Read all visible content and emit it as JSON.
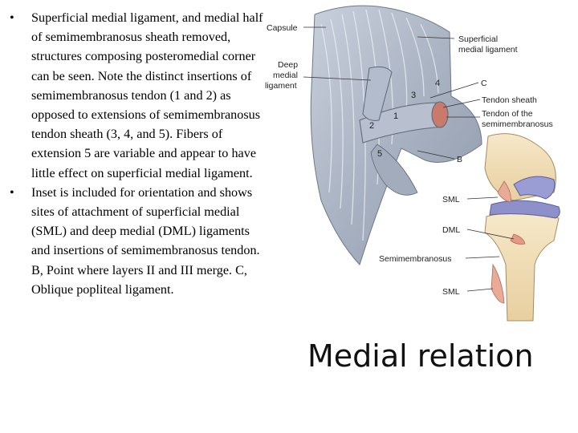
{
  "bullets": [
    {
      "marker": "•",
      "text": "Superficial medial ligament, and medial half of semimembranosus sheath removed, structures composing posteromedial corner can be seen. Note the distinct insertions of semimembranosus tendon (1 and 2) as opposed to extensions of semimembranosus tendon sheath (3, 4, and 5). Fibers of extension 5 are variable and appear to have little effect on superficial medial ligament."
    },
    {
      "marker": "•",
      "text": "Inset is included for orientation and shows sites of attachment of superficial medial (SML) and deep medial (DML) ligaments and insertions of semimembranosus tendon. B, Point where layers II and III merge. C, Oblique popliteal ligament."
    }
  ],
  "figure": {
    "labels": {
      "capsule": "Capsule",
      "deep_1": "Deep",
      "deep_2": "medial",
      "deep_3": "ligament",
      "superficial_1": "Superficial",
      "superficial_2": "medial ligament",
      "c": "C",
      "tendon_sheath": "Tendon sheath",
      "tendon_of_1": "Tendon of the",
      "tendon_of_2": "semimembranosus",
      "b": "B",
      "sml_top": "SML",
      "dml": "DML",
      "semimembranosus": "Semimembranosus",
      "sml_bottom": "SML"
    },
    "numbers": {
      "n1": "1",
      "n2": "2",
      "n3": "3",
      "n4": "4",
      "n5": "5"
    }
  },
  "caption": "Medial relation"
}
